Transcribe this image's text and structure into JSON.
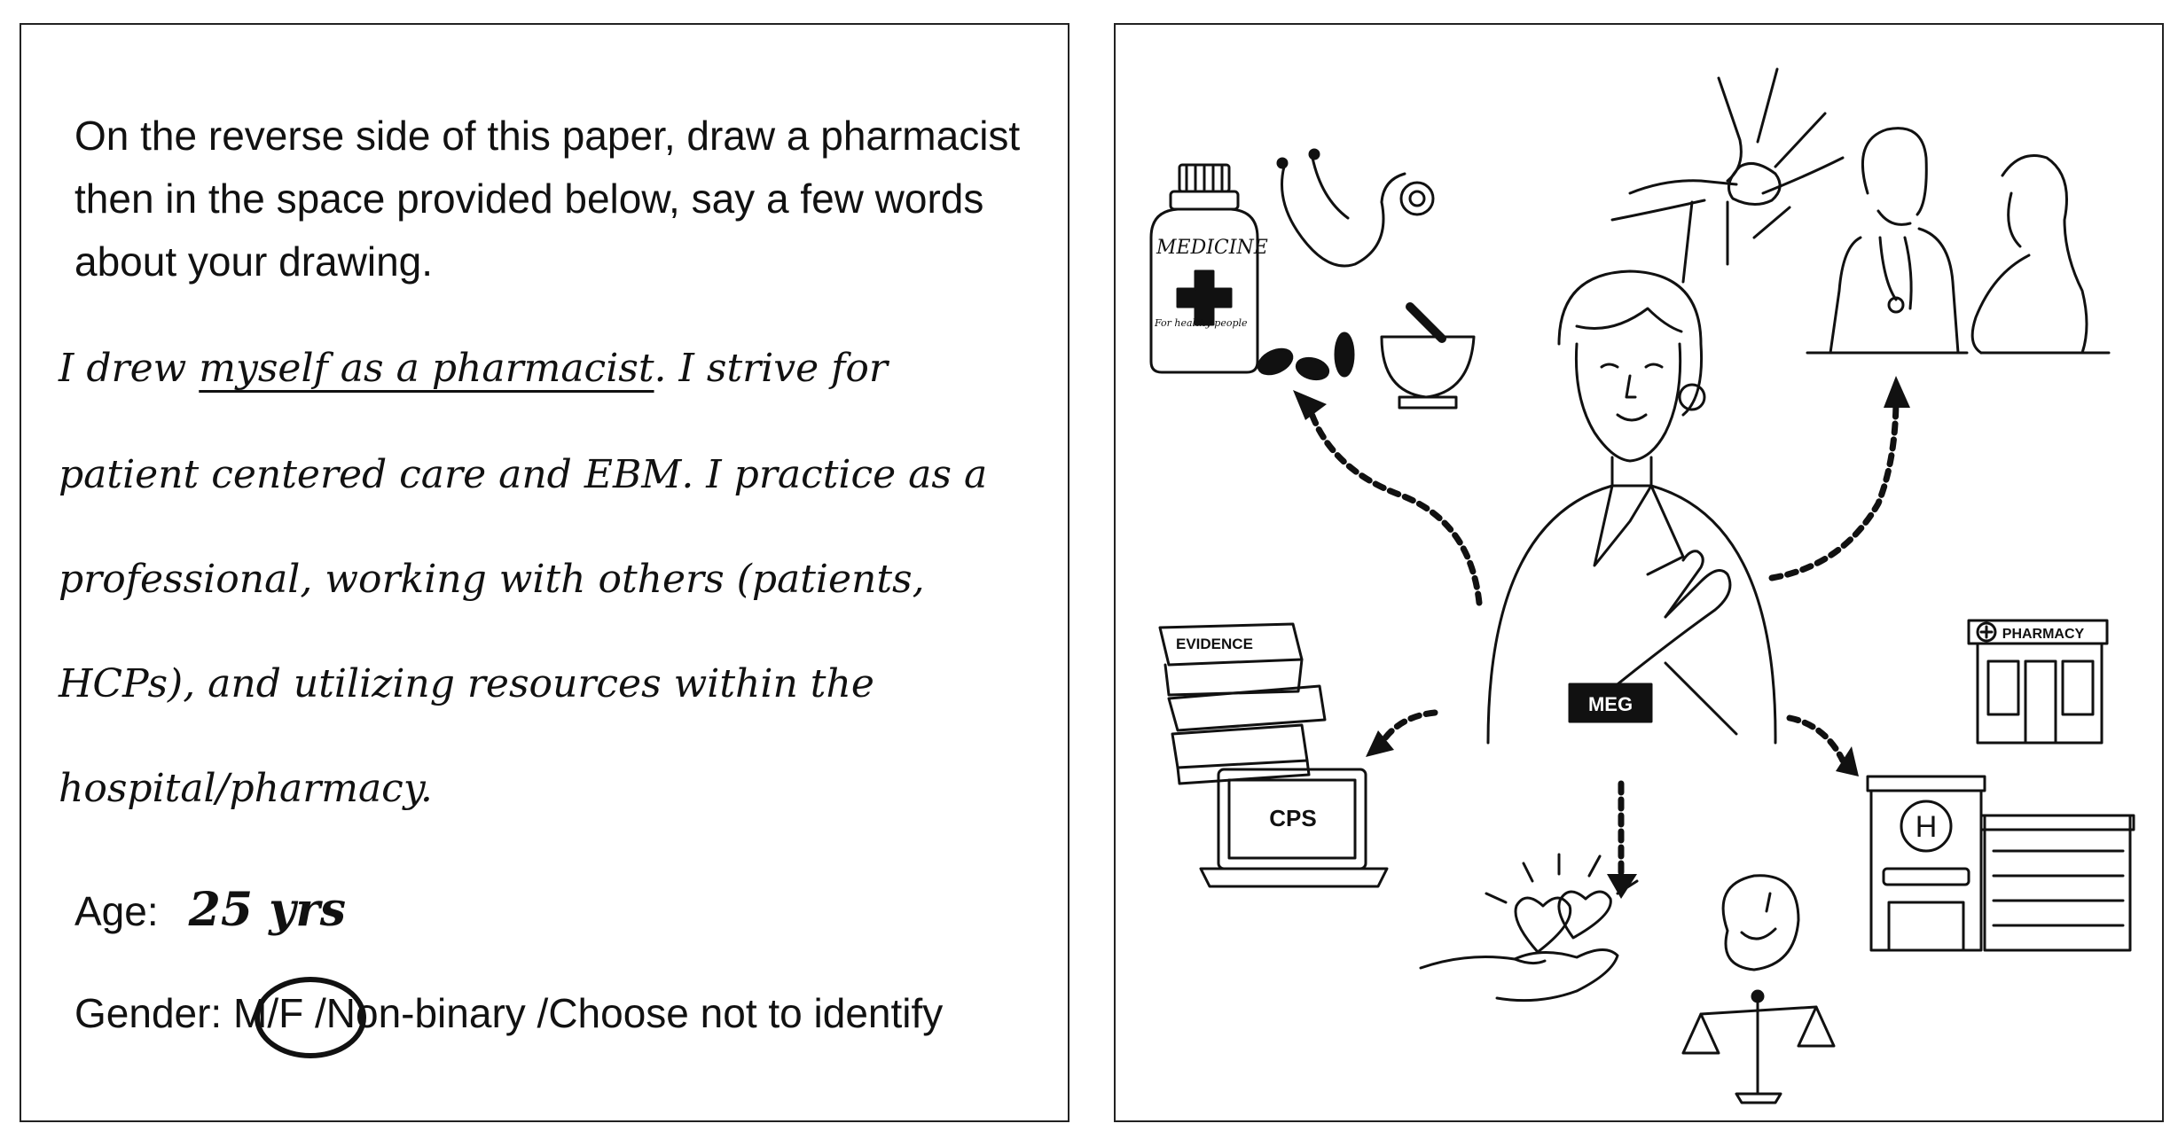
{
  "survey": {
    "prompt": "On the reverse side of this paper, draw a pharmacist then in the space provided below, say a few words about your drawing.",
    "response_lines": [
      {
        "before": "I drew ",
        "underlined": "myself as a pharmacist",
        "after": ". I strive for"
      },
      {
        "before": "patient centered care and EBM. I practice as a",
        "underlined": "",
        "after": ""
      },
      {
        "before": "professional, working with others (patients,",
        "underlined": "",
        "after": ""
      },
      {
        "before": "HCPs), and utilizing resources within the",
        "underlined": "",
        "after": ""
      },
      {
        "before": "hospital/pharmacy.",
        "underlined": "",
        "after": ""
      }
    ],
    "age_label": "Age:",
    "age_value": "25 yrs",
    "gender_label": "Gender: M",
    "gender_selected": "/F /",
    "gender_rest": "Non-binary /Choose not to identify"
  },
  "illustration": {
    "bottle_label": "MEDICINE",
    "bottle_sublabel": "For healthy people",
    "books_label": "EVIDENCE",
    "laptop_label": "CPS",
    "name_badge": "MEG",
    "pharmacy_sign": "PHARMACY",
    "hospital_letter": "H"
  }
}
